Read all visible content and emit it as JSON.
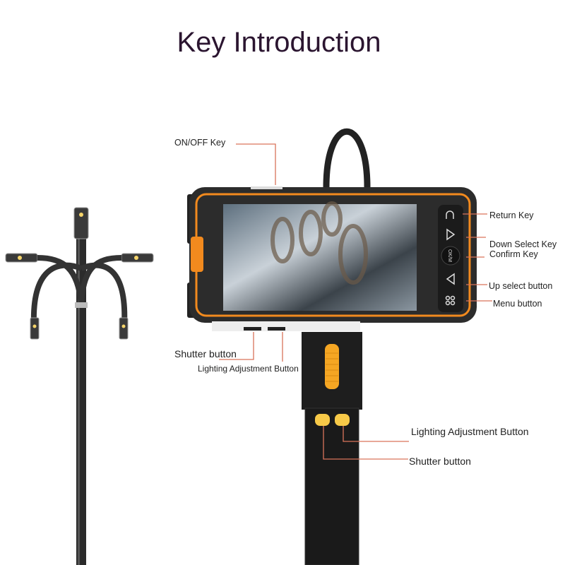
{
  "title": "Key Introduction",
  "labels": {
    "on_off": "ON/OFF Key",
    "return": "Return Key",
    "down_select": "Down Select Key",
    "confirm": "Confirm Key",
    "up_select": "Up select button",
    "menu": "Menu button",
    "shutter_top": "Shutter button",
    "lighting_top": "Lighting Adjustment Button",
    "lighting_handle": "Lighting Adjustment Button",
    "shutter_handle": "Shutter button"
  },
  "device": {
    "ok_button": "OK/M"
  },
  "colors": {
    "accent_orange": "#f28a1e",
    "leader_line": "#d9735a",
    "yellow_button": "#f7c948",
    "body_dark": "#2a2a2a"
  }
}
